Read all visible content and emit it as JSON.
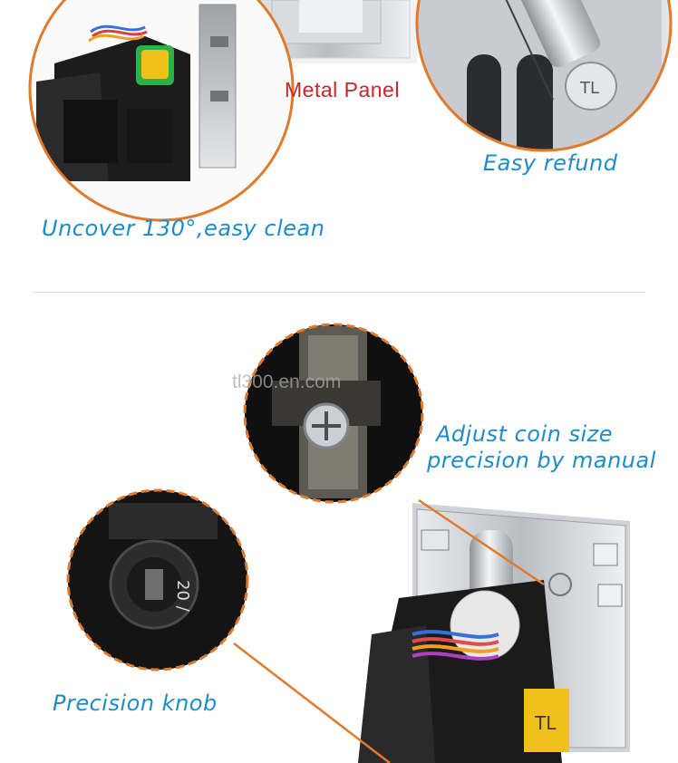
{
  "labels": {
    "metal_panel": "Metal Panel",
    "easy_refund": "Easy refund",
    "uncover": "Uncover 130°,easy clean",
    "adjust_line1": "Adjust coin size",
    "adjust_line2": "precision by manual",
    "precision_knob": "Precision knob"
  },
  "watermark": "tl300.en.com",
  "knob_text": "20 /",
  "colors": {
    "label_blue": "#1e8cc8",
    "label_red": "#c8262a",
    "callout_orange": "#e07a2c",
    "acceptor_yellow": "#f2c01a"
  }
}
